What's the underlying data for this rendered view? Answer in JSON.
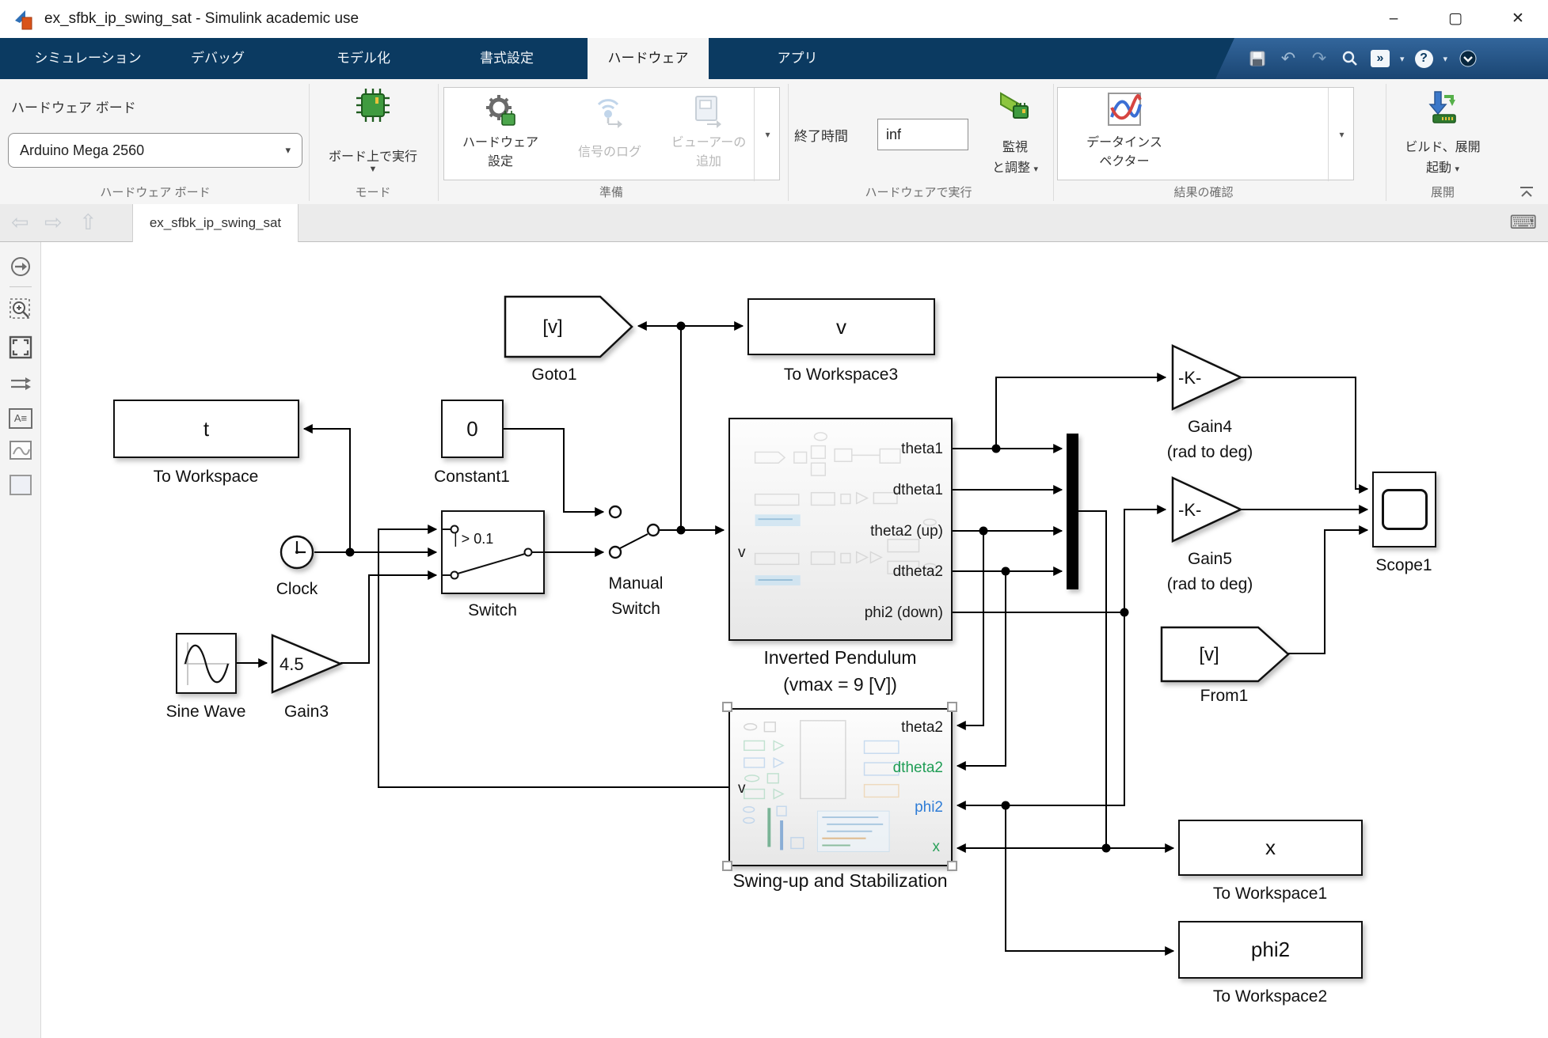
{
  "window": {
    "title": "ex_sfbk_ip_swing_sat - Simulink academic use",
    "minimize": "–",
    "maximize": "▢",
    "close": "✕"
  },
  "icons": {
    "caret_down": "▾",
    "caret_down_small": "▼",
    "undo": "↶",
    "redo": "↷",
    "help_mark": "?",
    "chevrons": "»",
    "nav_back": "⇦",
    "nav_forward": "⇨",
    "nav_up": "⇧",
    "keyboard": "⌨",
    "annotation": "A≡"
  },
  "tabbar": {
    "tabs": [
      "シミュレーション",
      "デバッグ",
      "モデル化",
      "書式設定",
      "ハードウェア",
      "アプリ"
    ],
    "active": "ハードウェア"
  },
  "ribbon": {
    "board_group": {
      "field_label": "ハードウェア ボード",
      "board_value": "Arduino Mega 2560",
      "caption": "ハードウェア ボード"
    },
    "mode_group": {
      "run_on_board": "ボード上で実行",
      "caption": "モード"
    },
    "prepare_group": {
      "hw_settings_line1": "ハードウェア",
      "hw_settings_line2": "設定",
      "signal_log": "信号のログ",
      "viewer_line1": "ビューアーの",
      "viewer_line2": "追加",
      "caption": "準備"
    },
    "run_group": {
      "stop_time_label": "終了時間",
      "stop_time_value": "inf",
      "monitor_line1": "監視",
      "monitor_line2": "と調整",
      "caption": "ハードウェアで実行"
    },
    "review_group": {
      "inspector_line1": "データインス",
      "inspector_line2": "ペクター",
      "caption": "結果の確認"
    },
    "deploy_group": {
      "build_line1": "ビルド、展開",
      "build_line2": "起動",
      "caption": "展開"
    }
  },
  "docbar": {
    "document_tab": "ex_sfbk_ip_swing_sat"
  },
  "diagram": {
    "goto1": {
      "text": "[v]",
      "label": "Goto1"
    },
    "to_workspace3": {
      "text": "v",
      "label": "To Workspace3"
    },
    "to_workspace": {
      "text": "t",
      "label": "To Workspace"
    },
    "constant1": {
      "text": "0",
      "label": "Constant1"
    },
    "clock": {
      "label": "Clock"
    },
    "switch1": {
      "criteria": "| > 0.1",
      "label": "Switch"
    },
    "manual_switch": {
      "label1": "Manual",
      "label2": "Switch"
    },
    "sine_wave": {
      "label": "Sine Wave"
    },
    "gain3": {
      "text": "4.5",
      "label": "Gain3"
    },
    "gain4": {
      "text": "-K-",
      "label": "Gain4",
      "sublabel": "(rad to deg)"
    },
    "gain5": {
      "text": "-K-",
      "label": "Gain5",
      "sublabel": "(rad to deg)"
    },
    "pendulum": {
      "label1": "Inverted Pendulum",
      "label2": "(vmax = 9 [V])",
      "input_port": "v",
      "ports": [
        "theta1",
        "dtheta1",
        "theta2 (up)",
        "dtheta2",
        "phi2 (down)"
      ]
    },
    "swing": {
      "label": "Swing-up and Stabilization",
      "output_port": "v",
      "ports": [
        "theta2",
        "dtheta2",
        "phi2",
        "x"
      ],
      "port_colors": [
        "#1a1a1a",
        "#1f9d55",
        "#2e7cd6",
        "#2aa05a"
      ]
    },
    "scope1": {
      "label": "Scope1"
    },
    "from1": {
      "text": "[v]",
      "label": "From1"
    },
    "to_workspace1": {
      "text": "x",
      "label": "To Workspace1"
    },
    "to_workspace2": {
      "text": "phi2",
      "label": "To Workspace2"
    }
  },
  "colors": {
    "tabbar_bg": "#0b3a61",
    "ribbon_bg": "#f5f5f5",
    "canvas_bg": "#ffffff",
    "wire": "#000000",
    "chip_green": "#3f9b3f",
    "signal_green": "#1f9d55",
    "signal_blue": "#2e7cd6"
  }
}
